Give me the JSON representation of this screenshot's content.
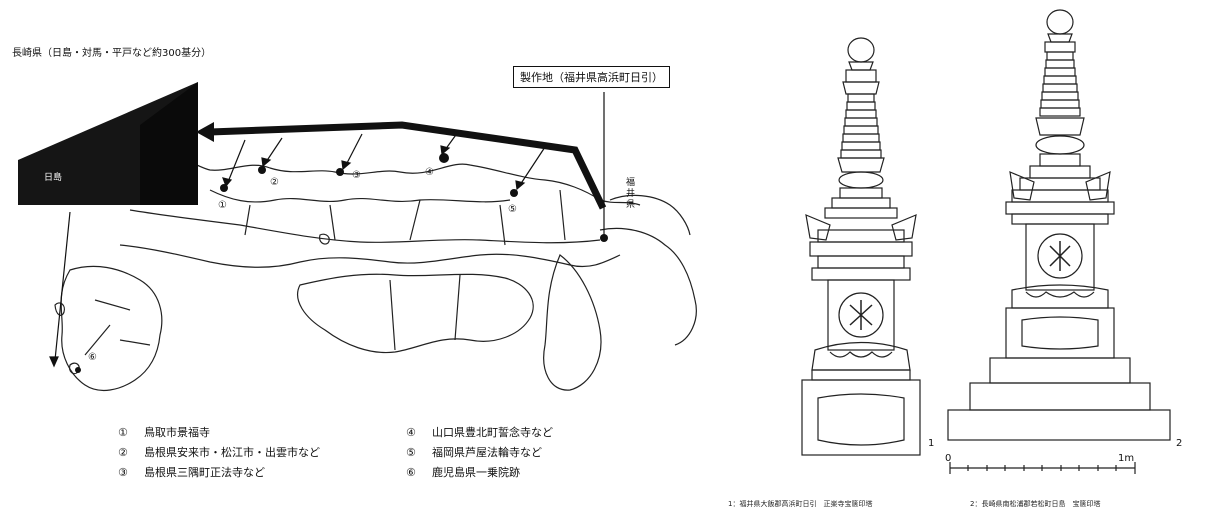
{
  "map": {
    "top_label": "長崎県（日島・対馬・平戸など約300基分）",
    "origin_box": "製作地（福井県高浜町日引）",
    "nishi_label": "日島",
    "fukui_label": "福井県",
    "markers": [
      "①",
      "②",
      "③",
      "④",
      "⑤",
      "⑥"
    ]
  },
  "legend": {
    "left": [
      {
        "num": "①",
        "text": "鳥取市景福寺"
      },
      {
        "num": "②",
        "text": "島根県安来市・松江市・出雲市など"
      },
      {
        "num": "③",
        "text": "島根県三隅町正法寺など"
      }
    ],
    "right": [
      {
        "num": "④",
        "text": "山口県豊北町誓念寺など"
      },
      {
        "num": "⑤",
        "text": "福岡県芦屋法輪寺など"
      },
      {
        "num": "⑥",
        "text": "鹿児島県一乗院跡"
      }
    ]
  },
  "drawing": {
    "fig1_num": "1",
    "fig2_num": "2",
    "scale_zero": "0",
    "scale_max": "1m",
    "caption1": "1：福井県大飯郡高浜町日引　正楽寺宝篋印塔",
    "caption2": "2：長崎県南松浦郡若松町日島　宝篋印塔"
  }
}
